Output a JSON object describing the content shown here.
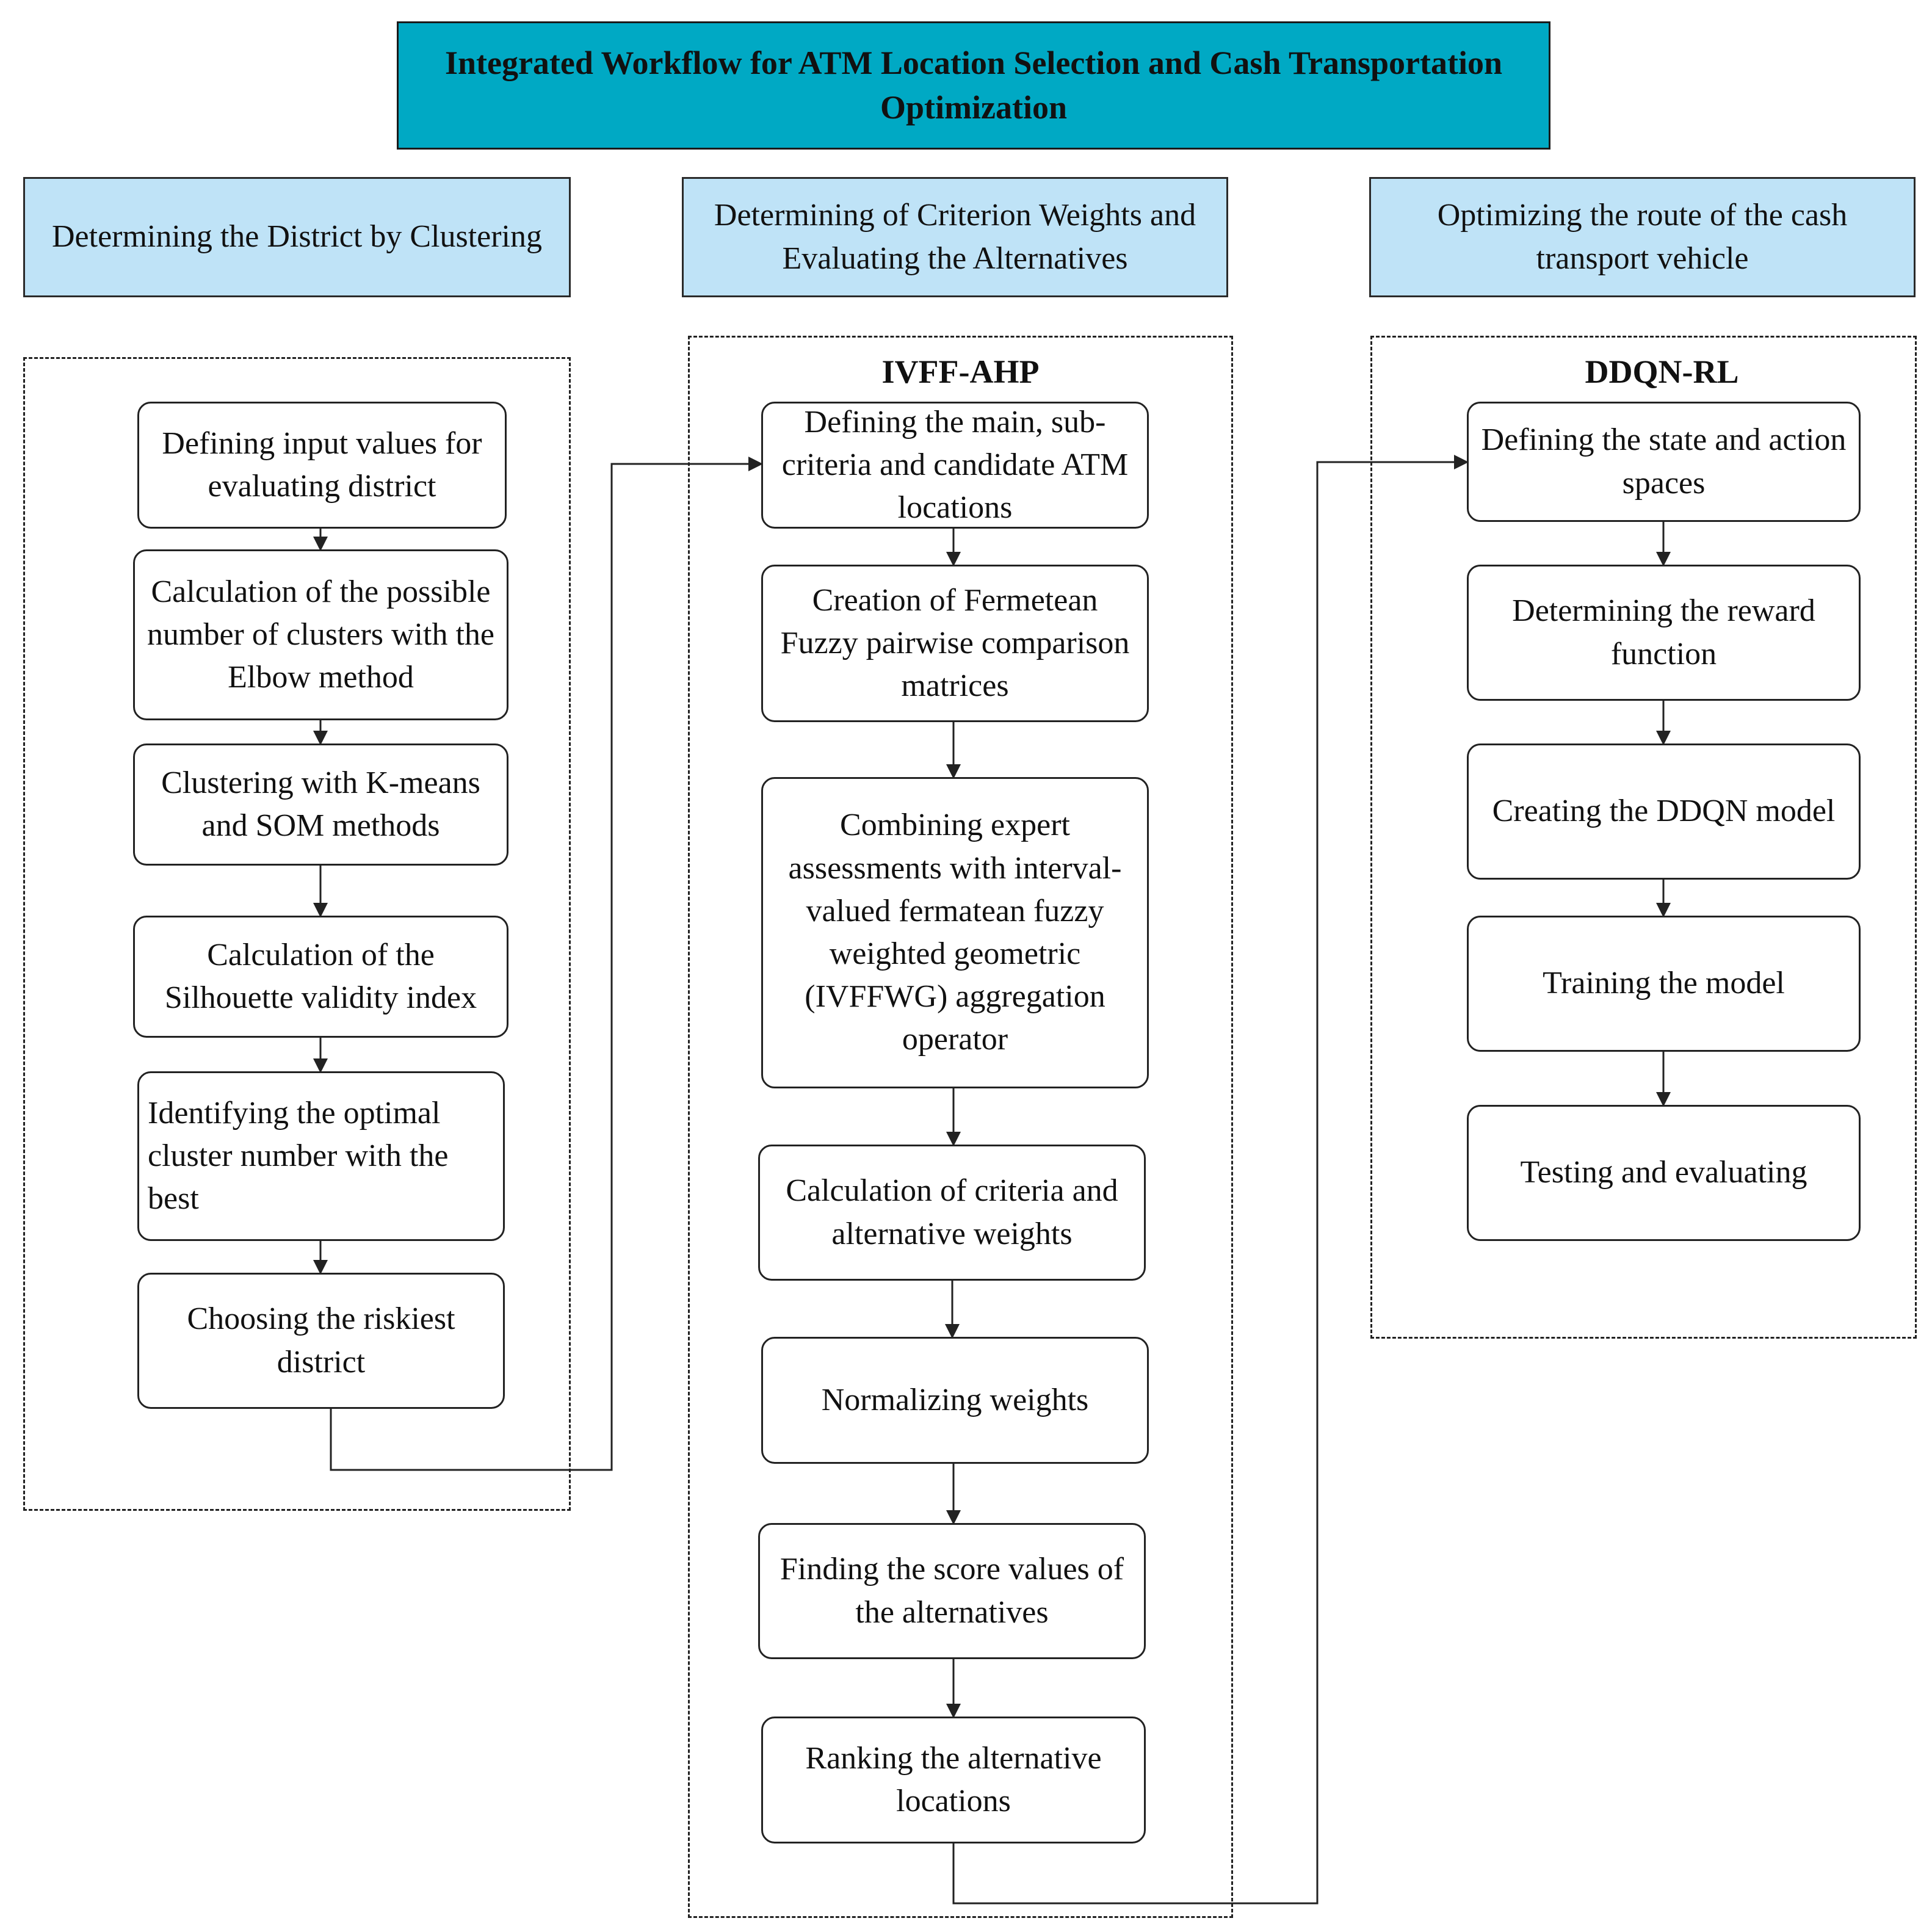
{
  "title": "Integrated Workflow for ATM Location Selection and Cash Transportation Optimization",
  "columns": [
    {
      "header": "Determining the District by Clustering",
      "label": "",
      "steps": [
        "Defining input values for evaluating district",
        "Calculation of the possible number of clusters with the Elbow method",
        "Clustering with K-means and SOM methods",
        "Calculation  of the Silhouette validity index",
        "Identifying the optimal cluster number with the best",
        "Choosing the riskiest district"
      ]
    },
    {
      "header": "Determining of Criterion Weights and Evaluating the Alternatives",
      "label": "IVFF-AHP",
      "steps": [
        "Defining the main, sub-criteria and candidate ATM locations",
        "Creation of Fermetean Fuzzy pairwise comparison matrices",
        "Combining expert assessments with interval-valued fermatean fuzzy weighted geometric (IVFFWG) aggregation operator",
        "Calculation of criteria and alternative weights",
        "Normalizing weights",
        "Finding the score values of the alternatives",
        "Ranking the alternative locations"
      ]
    },
    {
      "header": "Optimizing the route of the cash transport vehicle",
      "label": "DDQN-RL",
      "steps": [
        "Defining the state and action spaces",
        "Determining the reward function",
        "Creating the DDQN model",
        "Training the model",
        "Testing and evaluating"
      ]
    }
  ],
  "colors": {
    "title_bg": "#00a9c4",
    "header_bg": "#bfe3f7",
    "line": "#222222"
  }
}
